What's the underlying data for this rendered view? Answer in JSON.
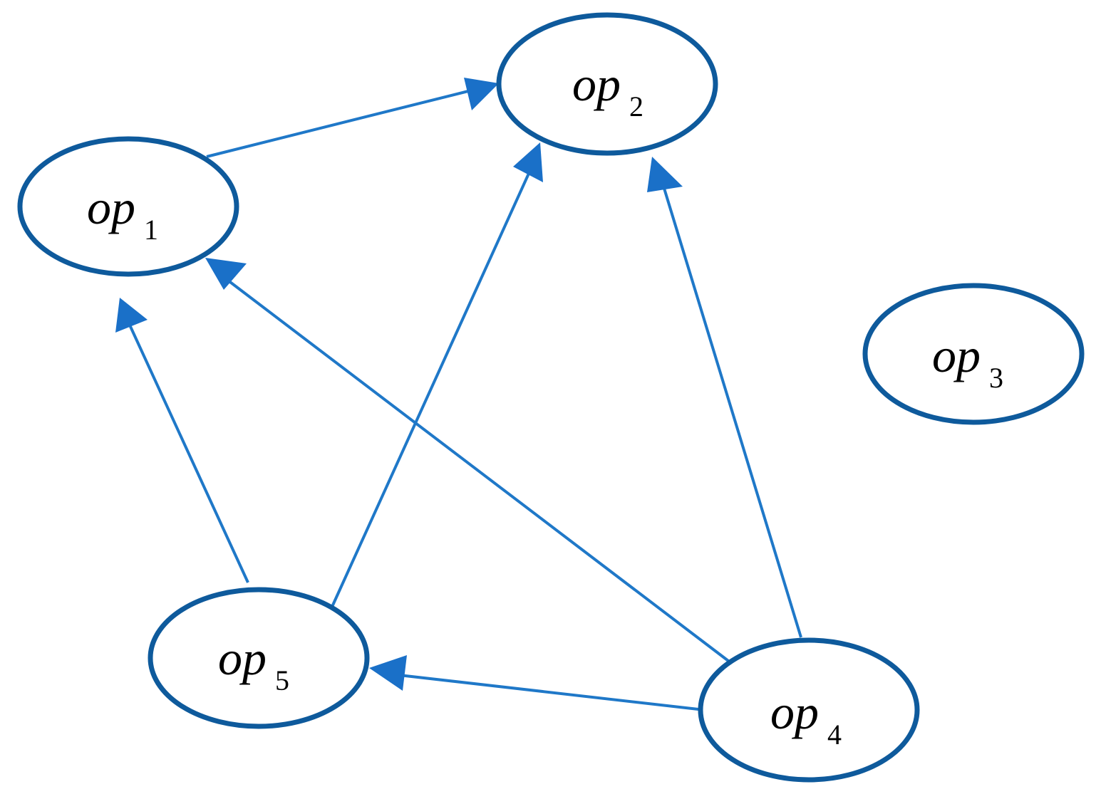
{
  "diagram": {
    "nodes": [
      {
        "id": "op1",
        "name": "op",
        "sub": "1"
      },
      {
        "id": "op2",
        "name": "op",
        "sub": "2"
      },
      {
        "id": "op3",
        "name": "op",
        "sub": "3"
      },
      {
        "id": "op4",
        "name": "op",
        "sub": "4"
      },
      {
        "id": "op5",
        "name": "op",
        "sub": "5"
      }
    ],
    "edges": [
      {
        "from": "op1",
        "to": "op2"
      },
      {
        "from": "op5",
        "to": "op1"
      },
      {
        "from": "op5",
        "to": "op2"
      },
      {
        "from": "op4",
        "to": "op1"
      },
      {
        "from": "op4",
        "to": "op2"
      },
      {
        "from": "op4",
        "to": "op5"
      }
    ],
    "colors": {
      "node_stroke": "#0e5a9c",
      "edge": "#1f78c8",
      "arrowhead": "#1a70c8"
    }
  }
}
